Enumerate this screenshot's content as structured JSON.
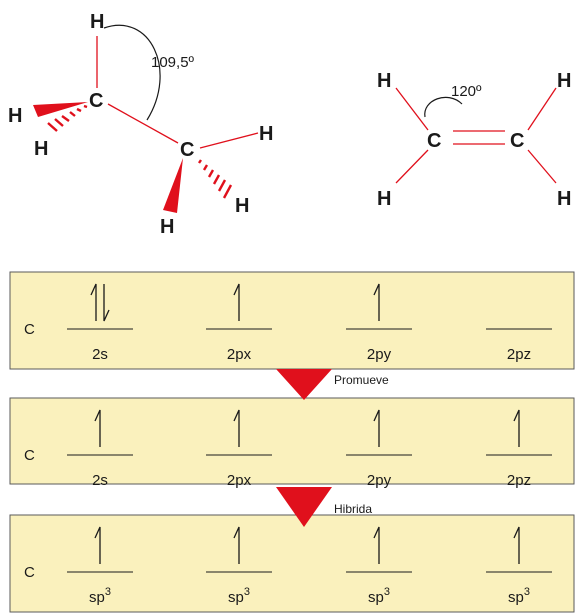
{
  "ethane": {
    "atoms": {
      "c1": "C",
      "c2": "C",
      "h_top": "H",
      "h_left": "H",
      "h_left_low": "H",
      "h_right": "H",
      "h_bottom": "H",
      "h_bottom_right": "H"
    },
    "angle": "109,5º"
  },
  "ethylene": {
    "atoms": {
      "c1": "C",
      "c2": "C",
      "h_tl": "H",
      "h_bl": "H",
      "h_tr": "H",
      "h_br": "H"
    },
    "angle": "120º"
  },
  "rows": [
    {
      "element": "C",
      "orbitals": [
        {
          "label": "2s",
          "electrons": "paired"
        },
        {
          "label": "2px",
          "electrons": "up"
        },
        {
          "label": "2py",
          "electrons": "up"
        },
        {
          "label": "2pz",
          "electrons": "empty"
        }
      ]
    },
    {
      "element": "C",
      "orbitals": [
        {
          "label": "2s",
          "electrons": "up"
        },
        {
          "label": "2px",
          "electrons": "up"
        },
        {
          "label": "2py",
          "electrons": "up"
        },
        {
          "label": "2pz",
          "electrons": "up"
        }
      ]
    },
    {
      "element": "C",
      "orbitals": [
        {
          "label": "sp",
          "sup": "3",
          "electrons": "up"
        },
        {
          "label": "sp",
          "sup": "3",
          "electrons": "up"
        },
        {
          "label": "sp",
          "sup": "3",
          "electrons": "up"
        },
        {
          "label": "sp",
          "sup": "3",
          "electrons": "up"
        }
      ]
    }
  ],
  "steps": [
    "Promueve",
    "Hibrida"
  ],
  "colors": {
    "bond": "#e0101c",
    "panel": "#faf1bd",
    "arrow": "#e0101c"
  }
}
